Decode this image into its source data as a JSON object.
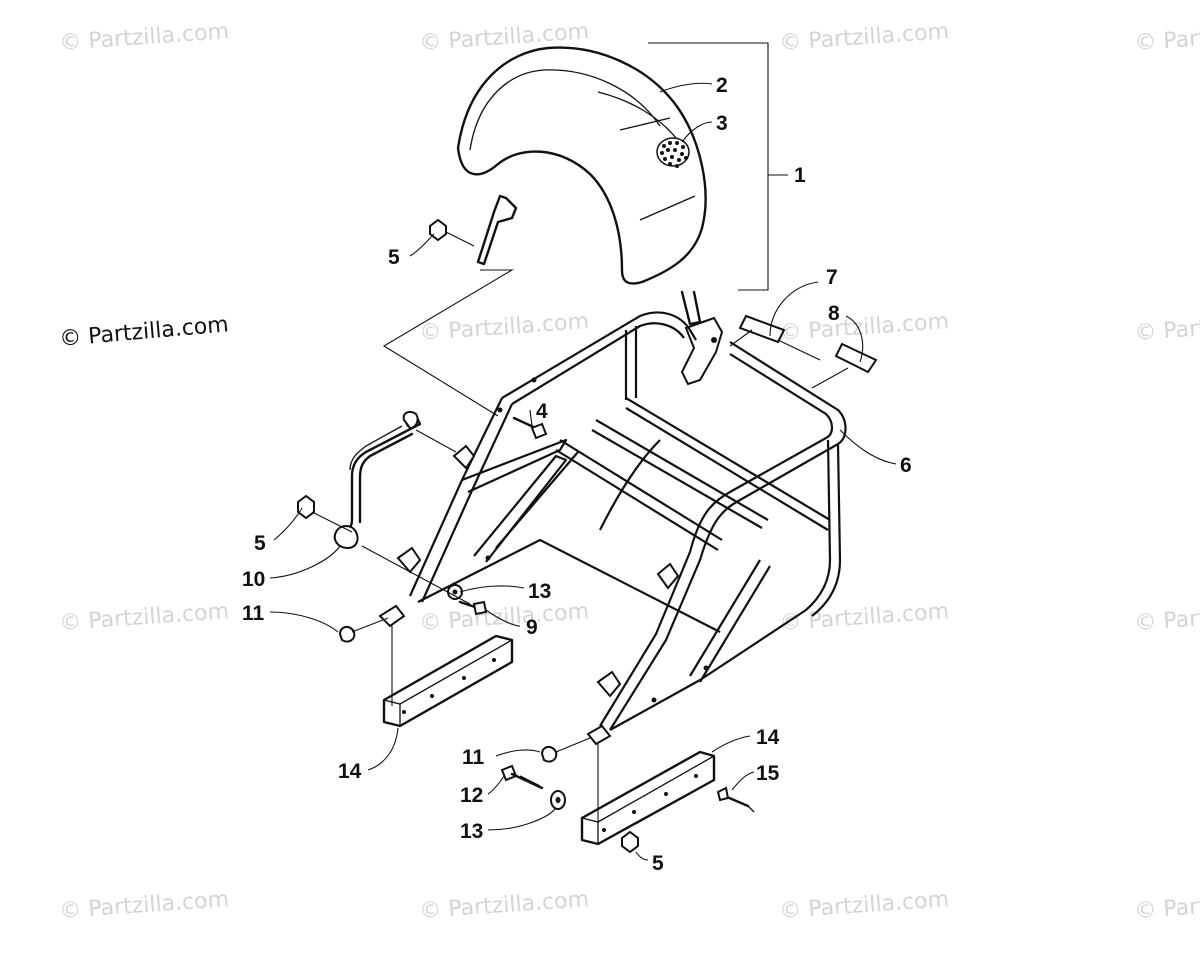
{
  "watermark": {
    "text": "© Partzilla.com",
    "prominent_text": "© Partzilla.com",
    "color": "#d4d4d4"
  },
  "callouts": [
    {
      "id": "c1",
      "label": "1"
    },
    {
      "id": "c2",
      "label": "2"
    },
    {
      "id": "c3",
      "label": "3"
    },
    {
      "id": "c4",
      "label": "4"
    },
    {
      "id": "c5a",
      "label": "5"
    },
    {
      "id": "c5b",
      "label": "5"
    },
    {
      "id": "c5c",
      "label": "5"
    },
    {
      "id": "c6",
      "label": "6"
    },
    {
      "id": "c7",
      "label": "7"
    },
    {
      "id": "c8",
      "label": "8"
    },
    {
      "id": "c9",
      "label": "9"
    },
    {
      "id": "c10",
      "label": "10"
    },
    {
      "id": "c11a",
      "label": "11"
    },
    {
      "id": "c11b",
      "label": "11"
    },
    {
      "id": "c12",
      "label": "12"
    },
    {
      "id": "c13a",
      "label": "13"
    },
    {
      "id": "c13b",
      "label": "13"
    },
    {
      "id": "c14a",
      "label": "14"
    },
    {
      "id": "c14b",
      "label": "14"
    },
    {
      "id": "c15",
      "label": "15"
    }
  ]
}
